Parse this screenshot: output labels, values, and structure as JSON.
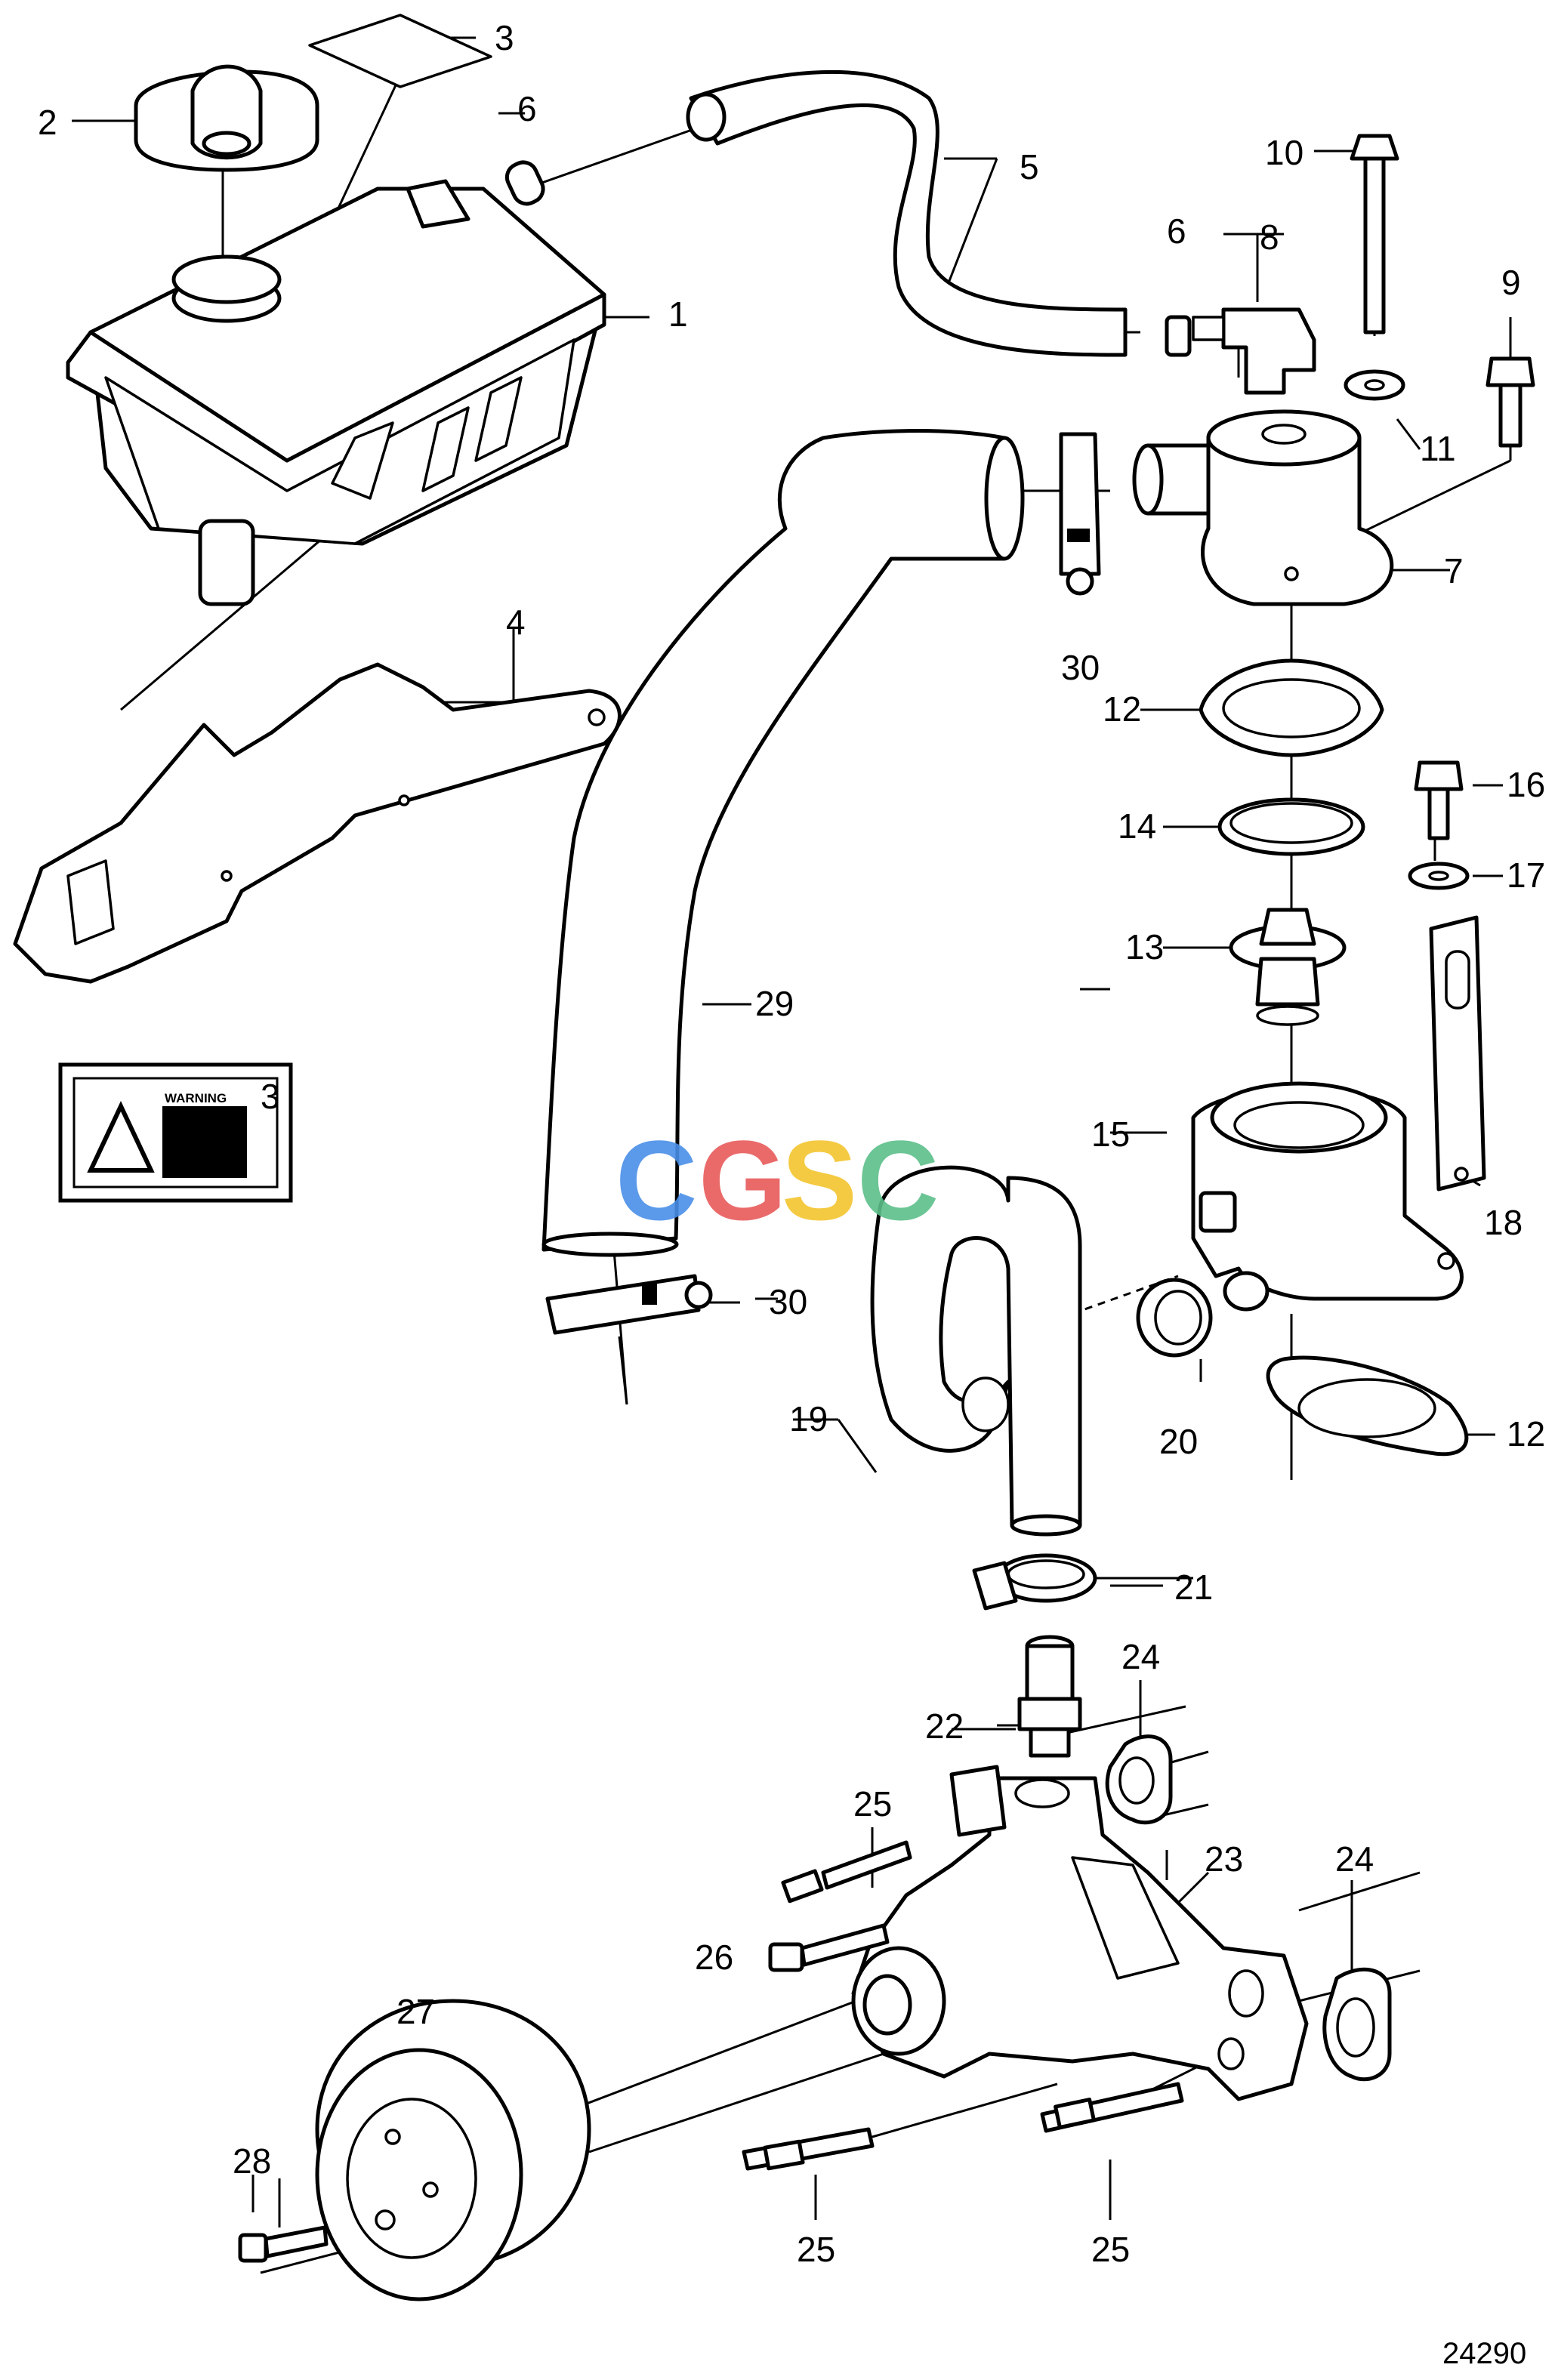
{
  "drawing_number": "24290",
  "watermark": {
    "letters": [
      "C",
      "G",
      "S",
      "C"
    ],
    "colors": [
      "#4a8fe8",
      "#e85a5a",
      "#f3c52e",
      "#5cbf8a"
    ]
  },
  "warning_decal": {
    "text": "WARNING"
  },
  "callouts": {
    "c1": "1",
    "c2": "2",
    "c3a": "3",
    "c3b": "3",
    "c4": "4",
    "c5": "5",
    "c6a": "6",
    "c6b": "6",
    "c7": "7",
    "c8": "8",
    "c9": "9",
    "c10": "10",
    "c11": "11",
    "c12a": "12",
    "c12b": "12",
    "c13": "13",
    "c14": "14",
    "c15": "15",
    "c16": "16",
    "c17": "17",
    "c18": "18",
    "c19": "19",
    "c20": "20",
    "c21": "21",
    "c22": "22",
    "c23": "23",
    "c24a": "24",
    "c24b": "24",
    "c25a": "25",
    "c25b": "25",
    "c25c": "25",
    "c26": "26",
    "c27": "27",
    "c28": "28",
    "c29": "29",
    "c30a": "30",
    "c30b": "30"
  }
}
